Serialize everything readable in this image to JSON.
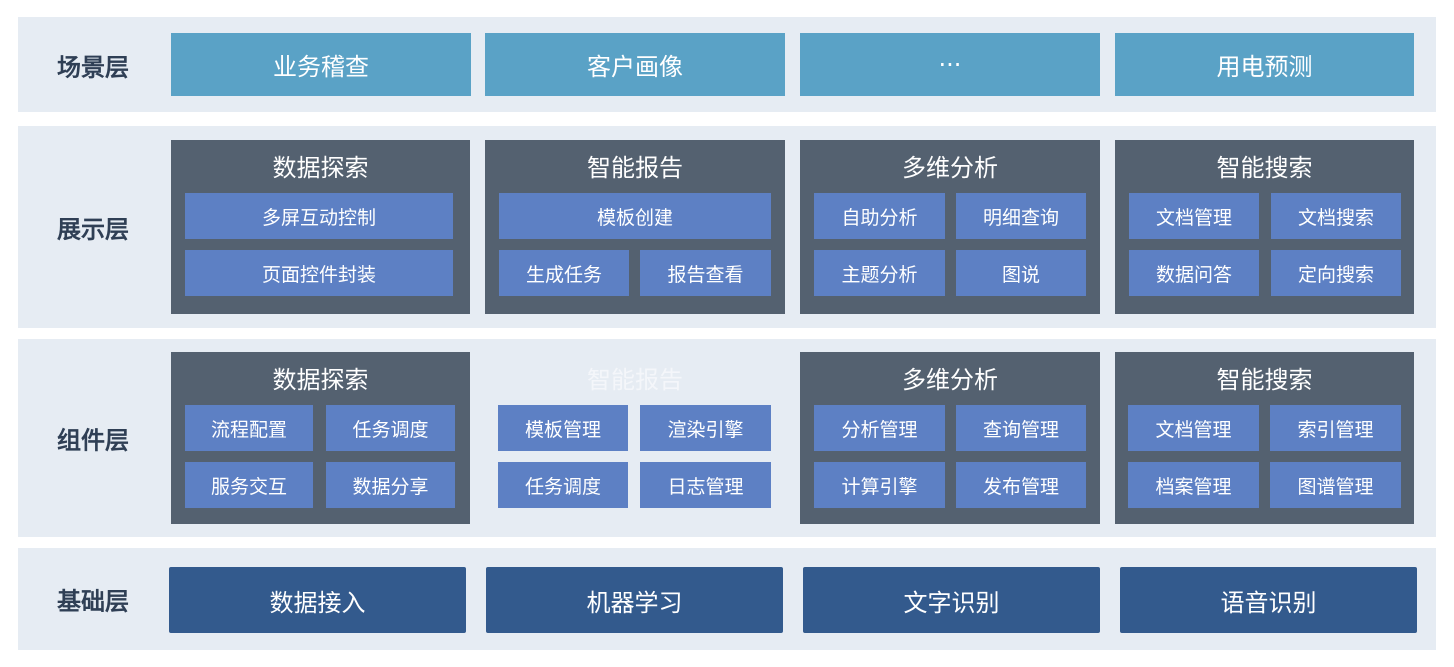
{
  "layers": {
    "scene": {
      "label": "场景层",
      "items": [
        "业务稽查",
        "客户画像",
        "···",
        "用电预测"
      ]
    },
    "display": {
      "label": "展示层",
      "panels": [
        {
          "title": "数据探索",
          "items": [
            "多屏互动控制",
            "页面控件封装"
          ]
        },
        {
          "title": "智能报告",
          "items": [
            "模板创建",
            "生成任务",
            "报告查看"
          ]
        },
        {
          "title": "多维分析",
          "items": [
            "自助分析",
            "明细查询",
            "主题分析",
            "图说"
          ]
        },
        {
          "title": "智能搜索",
          "items": [
            "文档管理",
            "文档搜索",
            "数据问答",
            "定向搜索"
          ]
        }
      ]
    },
    "component": {
      "label": "组件层",
      "panels": [
        {
          "title": "数据探索",
          "items": [
            "流程配置",
            "任务调度",
            "服务交互",
            "数据分享"
          ]
        },
        {
          "title": "智能报告",
          "items": [
            "模板管理",
            "渲染引擎",
            "任务调度",
            "日志管理"
          ]
        },
        {
          "title": "多维分析",
          "items": [
            "分析管理",
            "查询管理",
            "计算引擎",
            "发布管理"
          ]
        },
        {
          "title": "智能搜索",
          "items": [
            "文档管理",
            "索引管理",
            "档案管理",
            "图谱管理"
          ]
        }
      ]
    },
    "base": {
      "label": "基础层",
      "items": [
        "数据接入",
        "机器学习",
        "文字识别",
        "语音识别"
      ]
    }
  },
  "colors": {
    "layer_bg": "#e6ecf3",
    "scene_box": "#5aa2c6",
    "panel_bg": "#546170",
    "cell_bg": "#5d80c4",
    "base_box": "#335a8d",
    "label_text": "#2f3f55"
  }
}
